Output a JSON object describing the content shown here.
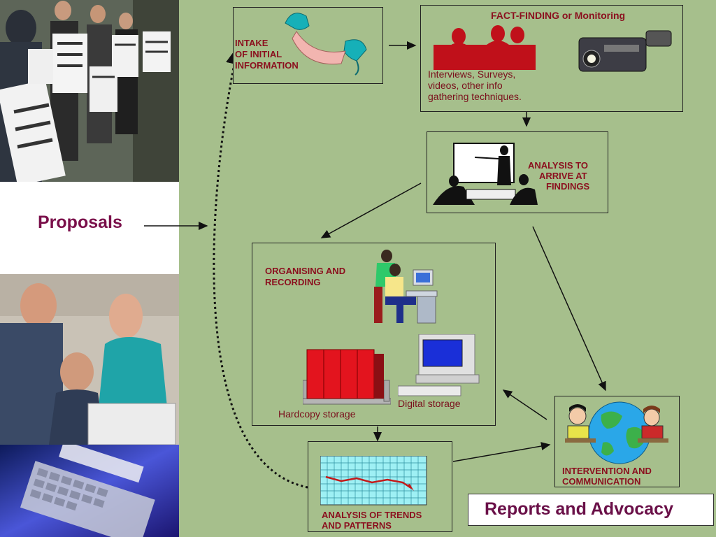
{
  "left_panel": {
    "proposals_label": "Proposals"
  },
  "nodes": {
    "intake": {
      "line1": "INTAKE",
      "line2": "OF INITIAL",
      "line3": "INFORMATION"
    },
    "fact_finding": {
      "title": "FACT-FINDING or Monitoring",
      "desc_line1": "Interviews, Surveys,",
      "desc_line2": "videos, other info",
      "desc_line3": "gathering techniques."
    },
    "analysis": {
      "line1": "ANALYSIS TO",
      "line2": "ARRIVE AT",
      "line3": "FINDINGS"
    },
    "organising": {
      "line1": "ORGANISING AND",
      "line2": "RECORDING",
      "hardcopy": "Hardcopy storage",
      "digital": "Digital storage"
    },
    "intervention": {
      "line1": "INTERVENTION AND",
      "line2": "COMMUNICATION"
    },
    "trends": {
      "line1": "ANALYSIS OF TRENDS",
      "line2": "AND PATTERNS"
    }
  },
  "reports_label": "Reports and Advocacy",
  "colors": {
    "background": "#a6bf8c",
    "label_red": "#8b0f1e",
    "proposals_purple": "#7a0f4a",
    "reports_purple": "#6a1048"
  }
}
